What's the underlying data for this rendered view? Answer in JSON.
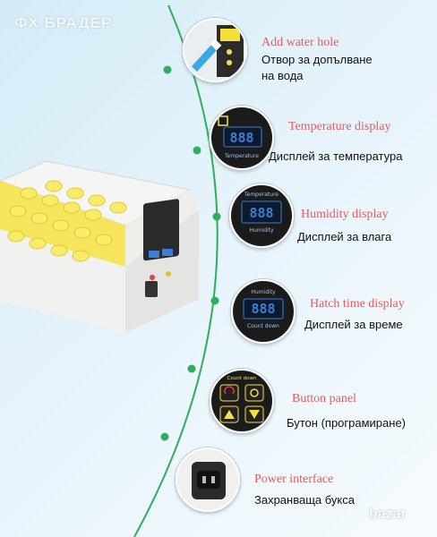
{
  "brand": "ФХ БРАДЕР",
  "watermark": "bazar",
  "icons": {
    "product": "incubator-icon",
    "water": "water-dropper-icon",
    "temperature": "temperature-display-icon",
    "humidity": "humidity-display-icon",
    "hatch": "countdown-display-icon",
    "buttons": "button-panel-icon",
    "power": "power-socket-icon"
  },
  "colors": {
    "accent_green": "#2fae5d",
    "title_red": "#e35d5d",
    "egg_yellow": "#f5e03a",
    "display_blue": "#3a7fd6"
  },
  "features": [
    {
      "key": "water",
      "title": "Add water hole",
      "desc": [
        "Отвор за допълване",
        "на вода"
      ]
    },
    {
      "key": "temperature",
      "title": "Temperature display",
      "desc": [
        "Дисплей за температура"
      ]
    },
    {
      "key": "humidity",
      "title": "Humidity display",
      "desc": [
        "Дисплей за влага"
      ]
    },
    {
      "key": "hatch",
      "title": "Hatch time display",
      "desc": [
        "Дисплей за време"
      ]
    },
    {
      "key": "buttons",
      "title": "Button panel",
      "desc": [
        "Бутон (програмиране)"
      ]
    },
    {
      "key": "power",
      "title": "Power interface",
      "desc": [
        "Захранваща букса"
      ]
    }
  ],
  "display_labels": {
    "temperature": "Temperature",
    "humidity": "Humidity",
    "countdown": "Count down",
    "digits": "888"
  }
}
